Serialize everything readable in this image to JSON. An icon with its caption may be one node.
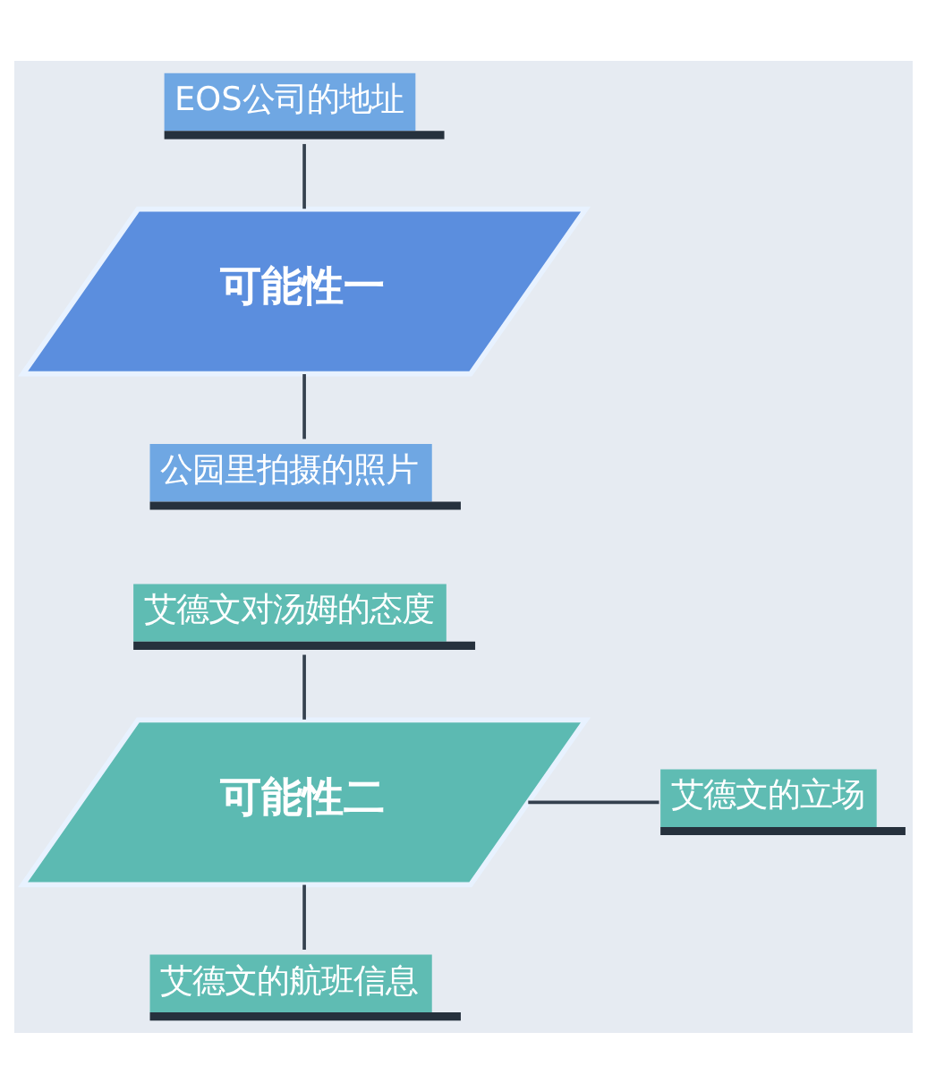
{
  "diagram": {
    "nodes": [
      {
        "text": [
          "EOS公司的地址"
        ]
      },
      {
        "text": [
          "可能性一"
        ]
      },
      {
        "text": [
          "公园里拍摄的照片"
        ]
      },
      {
        "text": [
          "艾德文对汤姆的态度"
        ]
      },
      {
        "text": [
          "可能性二"
        ]
      },
      {
        "text": [
          "艾德文的立场"
        ]
      },
      {
        "text": [
          "艾德文的航班信息"
        ]
      }
    ],
    "edges": [
      {
        "from": 0,
        "to": 1,
        "arrow": "none"
      },
      {
        "from": 1,
        "to": 2,
        "arrow": "none"
      },
      {
        "from": 3,
        "to": 4,
        "arrow": "none"
      },
      {
        "from": 4,
        "to": 5,
        "arrow": "none"
      },
      {
        "from": 4,
        "to": 6,
        "arrow": "none"
      }
    ]
  }
}
